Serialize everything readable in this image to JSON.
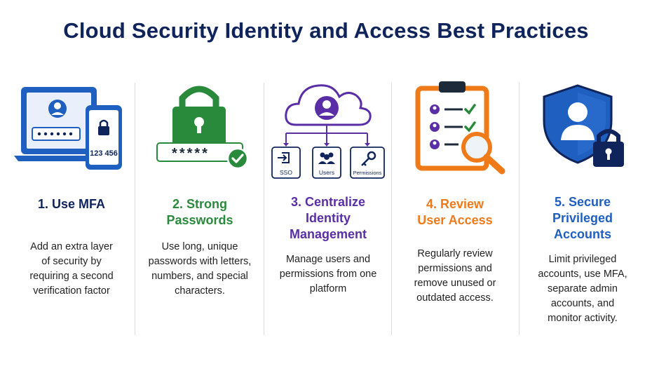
{
  "title": "Cloud Security Identity and Access Best Practices",
  "colors": {
    "navy": "#10245c",
    "blue": "#1f5fbf",
    "green": "#2a8a3c",
    "purple": "#5a2ea6",
    "orange": "#ef7a1a"
  },
  "practices": [
    {
      "heading": [
        "1. Use MFA"
      ],
      "description": [
        "Add an extra layer",
        "of security by",
        "requiring a second",
        "verification factor"
      ],
      "icon": "laptop-phone-mfa-icon",
      "phone_code": "123 456"
    },
    {
      "heading": [
        "2. Strong",
        "Passwords"
      ],
      "description": [
        "Use long, unique",
        "passwords with letters,",
        "numbers, and special",
        "characters."
      ],
      "icon": "padlock-password-icon",
      "password_mask": "*****"
    },
    {
      "heading": [
        "3. Centralize",
        "Identity",
        "Management"
      ],
      "description": [
        "Manage users and",
        "permissions from one",
        "platform"
      ],
      "icon": "cloud-identity-icon",
      "sub_labels": [
        "SSO",
        "Users",
        "Permissions"
      ]
    },
    {
      "heading": [
        "4. Review",
        "User Access"
      ],
      "description": [
        "Regularly review",
        "permissions and",
        "remove unused or",
        "outdated access."
      ],
      "icon": "clipboard-review-icon"
    },
    {
      "heading": [
        "5. Secure",
        "Privileged",
        "Accounts"
      ],
      "description": [
        "Limit privileged",
        "accounts, use MFA,",
        "separate admin",
        "accounts, and",
        "monitor activity."
      ],
      "icon": "shield-lock-icon"
    }
  ]
}
